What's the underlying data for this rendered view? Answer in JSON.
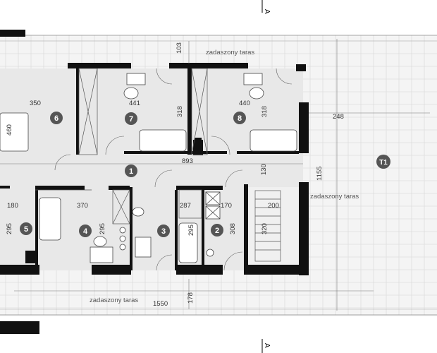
{
  "section_marker": "A",
  "terraces": {
    "top": "zadaszony taras",
    "right": "zadaszony taras",
    "bottom": "zadaszony taras"
  },
  "rooms": [
    {
      "number": "1",
      "width": "893"
    },
    {
      "number": "2",
      "width": "170",
      "depth": "308"
    },
    {
      "number": "3",
      "width": "287",
      "depth": "295"
    },
    {
      "number": "4",
      "width": "370",
      "depth": "295"
    },
    {
      "number": "5",
      "width": "180",
      "depth": "295"
    },
    {
      "number": "6",
      "width": "350",
      "depth": "460"
    },
    {
      "number": "7",
      "width": "441",
      "depth": "318"
    },
    {
      "number": "8",
      "width": "440",
      "depth": "318"
    },
    {
      "number": "T1",
      "width": "248",
      "depth": "1155"
    }
  ],
  "dimensions": {
    "top_depth": "103",
    "bottom_depth": "178",
    "total_width": "1550",
    "stair_width": "200",
    "stair_depth": "320",
    "stair_gap": "130"
  },
  "colors": {
    "wall": "#111111",
    "room_fill": "#e9e9e9",
    "terrace_fill": "#f4f4f4",
    "grid": "#d3d3d3",
    "badge": "#555555"
  }
}
